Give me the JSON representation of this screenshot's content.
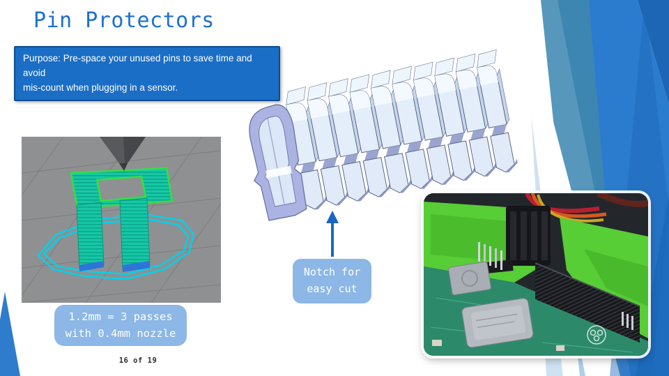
{
  "slide": {
    "title": "Pin Protectors",
    "purpose": {
      "line1": "Purpose: Pre-space your unused pins to save time and  avoid",
      "line2": "mis-count when plugging in a sensor."
    },
    "callout_notch": {
      "line1": "Notch for",
      "line2": "easy cut"
    },
    "callout_passes": {
      "line1": "1.2mm = 3 passes",
      "line2": "with 0.4mm nozzle"
    },
    "page_indicator": "16 of 19"
  },
  "colors": {
    "title_text": "#1c70cf",
    "purpose_box_bg": "#1a6ec5",
    "purpose_box_border": "#0d4d93",
    "callout_bg": "#8cb7e6",
    "arrow": "#1b66c2",
    "facet_teal": "#3c86b1",
    "facet_blue": "#2b7ccf",
    "facet_dark_blue": "#1d66b5",
    "filament_teal": "#16c7a6",
    "brim_cyan": "#00d2ea",
    "case_green": "#57cd36",
    "cad_lavender": "#aab3e2"
  }
}
